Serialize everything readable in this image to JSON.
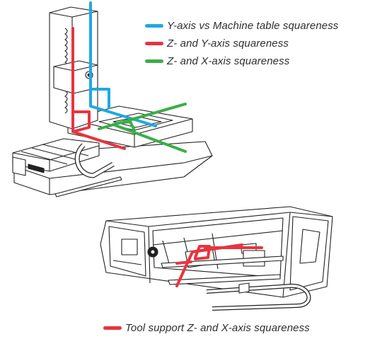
{
  "legend_top": [
    {
      "label": "Y-axis vs Machine table squareness",
      "color": "#1fa9e1"
    },
    {
      "label": "Z- and Y-axis squareness",
      "color": "#e8343f"
    },
    {
      "label": "Z- and X-axis squareness",
      "color": "#3aae49"
    }
  ],
  "legend_bottom": [
    {
      "label": "Tool support Z- and X-axis squareness",
      "color": "#e8343f"
    }
  ],
  "colors": {
    "line_art": "#222222",
    "blue": "#1fa9e1",
    "red": "#e8343f",
    "green": "#3aae49"
  }
}
